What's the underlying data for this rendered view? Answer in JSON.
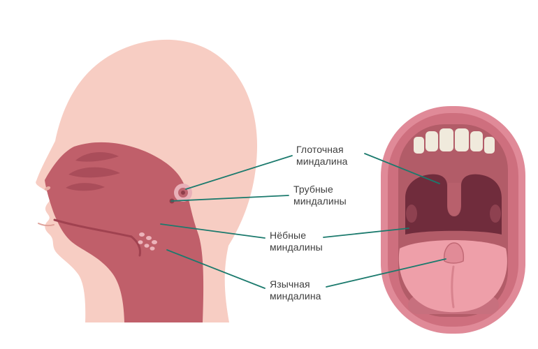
{
  "page": {
    "background": "#ffffff",
    "language": "ru"
  },
  "colors": {
    "accent_line": "#1b7a6d",
    "label_text": "#3e3e3e",
    "skin": "#f7cdc3",
    "inner_cavity": "#c05f6a",
    "anatomy_detail": "#a84b58",
    "tonsil_dots": "#ecb3ba",
    "tube_ring": "#e8b0b8",
    "tonsil_dark": "#8e3d4a",
    "lips_outer": "#e08a98",
    "lips_inner_ring": "#ce6f7e",
    "oral_cavity": "#b25c68",
    "throat": "#702c3c",
    "teeth": "#f0eadc",
    "tongue": "#ee9fa9",
    "mouth_tonsil": "#8e4150"
  },
  "labels": [
    {
      "name": "pharyngeal-tonsil",
      "text": "Глоточная\nминдалина"
    },
    {
      "name": "tubal-tonsils",
      "text": "Трубные\nминдалины"
    },
    {
      "name": "palatine-tonsils",
      "text": "Нёбные\nминдалины"
    },
    {
      "name": "lingual-tonsil",
      "text": "Язычная\nминдалина"
    }
  ],
  "illustrations": {
    "left": "head-profile-cross-section",
    "right": "open-mouth-front-view"
  }
}
